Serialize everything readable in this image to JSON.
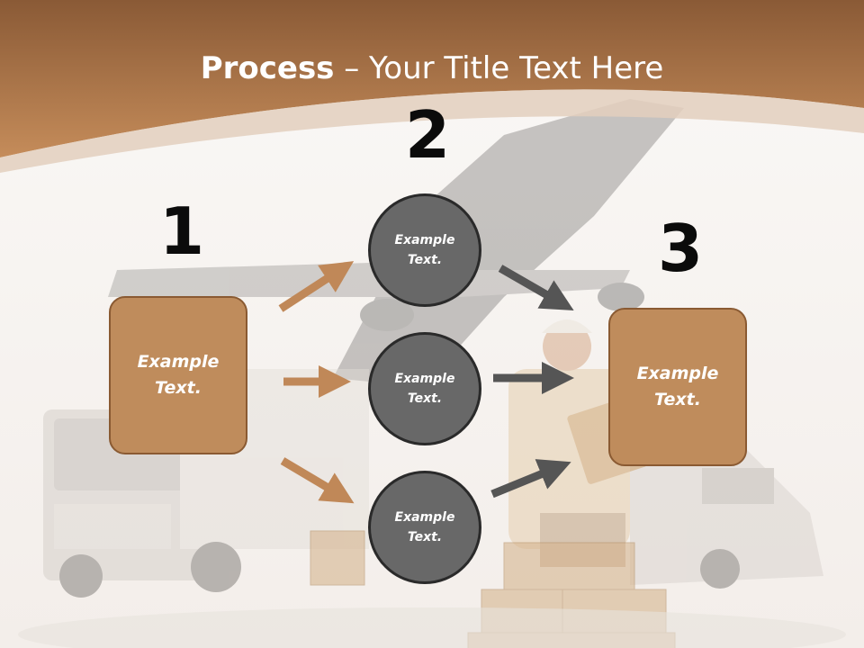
{
  "slide": {
    "title_bold": "Process",
    "title_rest": " – Your Title Text Here"
  },
  "steps": {
    "one": {
      "number": "1",
      "text_line1": "Example",
      "text_line2": "Text."
    },
    "two": {
      "number": "2"
    },
    "three": {
      "number": "3",
      "text_line1": "Example",
      "text_line2": "Text."
    }
  },
  "circles": [
    {
      "line1": "Example",
      "line2": "Text."
    },
    {
      "line1": "Example",
      "line2": "Text."
    },
    {
      "line1": "Example",
      "line2": "Text."
    }
  ],
  "colors": {
    "header_brown": "#9a643a",
    "box_fill": "#bf8c5c",
    "circle_fill": "#686868",
    "arrow_orange": "#c08858",
    "arrow_gray": "#555555"
  }
}
